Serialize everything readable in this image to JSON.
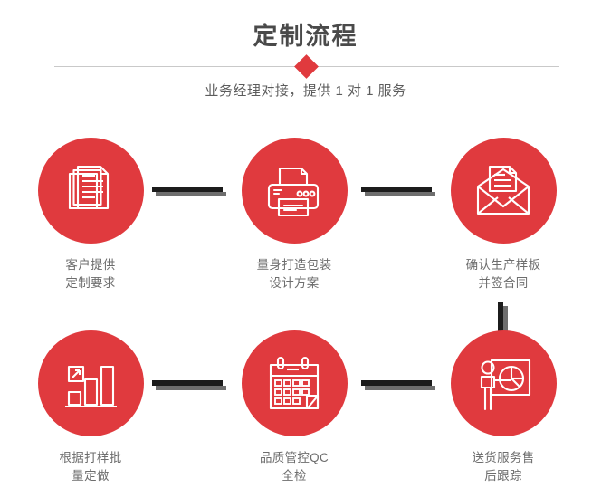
{
  "header": {
    "title": "定制流程",
    "subtitle": "业务经理对接，提供 1 对 1 服务",
    "diamond_color": "#e03a3e",
    "rule_color": "#c9c9c9",
    "title_color": "#4a4a4a"
  },
  "theme": {
    "accent": "#e03a3e",
    "connector_dark": "#1c1c1c",
    "connector_shadow": "#6e6e6e",
    "label_color": "#6d6d6d",
    "background": "#ffffff"
  },
  "flow": {
    "steps": [
      {
        "id": 1,
        "icon": "documents-stack-icon",
        "label": "客户提供\n定制要求"
      },
      {
        "id": 2,
        "icon": "printer-icon",
        "label": "量身打造包装\n设计方案"
      },
      {
        "id": 3,
        "icon": "envelope-document-icon",
        "label": "确认生产样板\n并签合同"
      },
      {
        "id": 4,
        "icon": "bar-chart-growth-icon",
        "label": "根据打样批\n量定做"
      },
      {
        "id": 5,
        "icon": "calendar-icon",
        "label": "品质管控QC\n全检"
      },
      {
        "id": 6,
        "icon": "presentation-pie-chart-icon",
        "label": "送货服务售\n后跟踪"
      }
    ]
  }
}
